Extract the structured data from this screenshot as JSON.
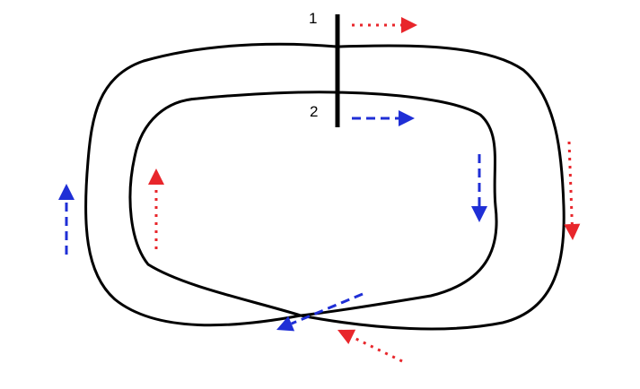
{
  "labels": {
    "line_1": "1",
    "line_2": "2"
  },
  "colors": {
    "track": "#000000",
    "red_arrow": "#e8262b",
    "blue_arrow": "#1f2fd6",
    "background": "#ffffff"
  },
  "arrow_styles": {
    "red": "dotted",
    "blue": "dashed"
  },
  "icons": {
    "red_arrow": "dotted-arrow-icon",
    "blue_arrow": "dashed-arrow-icon"
  }
}
